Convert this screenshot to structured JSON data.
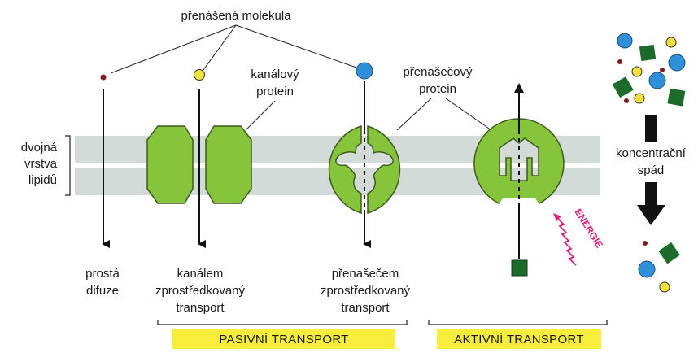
{
  "labels": {
    "transported_molecule": "přenášená molekula",
    "channel_protein": [
      "kanálový",
      "protein"
    ],
    "carrier_protein": [
      "přenašečový",
      "protein"
    ],
    "lipid_bilayer": [
      "dvojná",
      "vrstva",
      "lipidů"
    ],
    "simple_diffusion": [
      "prostá",
      "difuze"
    ],
    "channel_mediated": [
      "kanálem",
      "zprostředkovaný",
      "transport"
    ],
    "carrier_mediated": [
      "přenašečem",
      "zprostředkovaný",
      "transport"
    ],
    "concentration_gradient": [
      "koncentrační",
      "spád"
    ],
    "energy": "ENERGIE"
  },
  "groups": {
    "passive": "PASIVNÍ TRANSPORT",
    "active": "AKTIVNÍ TRANSPORT"
  },
  "colors": {
    "membrane": "#d3dbd9",
    "protein": "#86c43c",
    "protein_stroke": "#3e5a1c",
    "highlight": "#f7ee3c",
    "molecule_small": "#7a1f1f",
    "molecule_yellow": "#f2e23a",
    "molecule_blue": "#2f8fd8",
    "molecule_square": "#1d6b2a",
    "energy": "#e0217a",
    "arrow": "#111111"
  }
}
